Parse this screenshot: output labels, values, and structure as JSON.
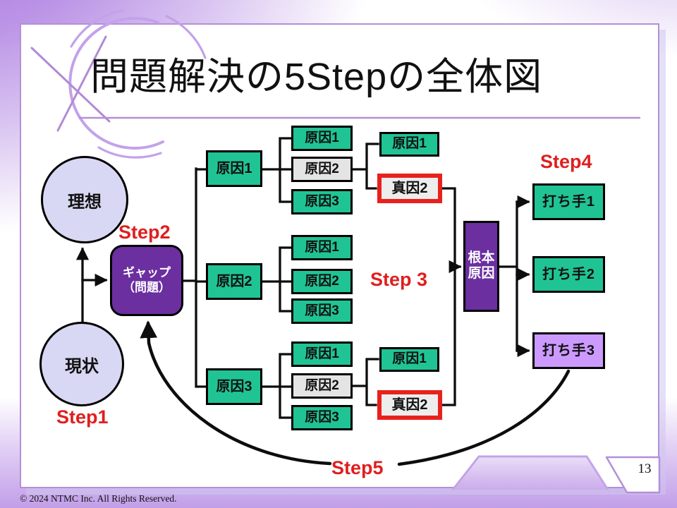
{
  "page": {
    "title": "問題解決の5Stepの全体図",
    "page_number": "13",
    "footer": "© 2024 NTMC Inc. All Rights Reserved."
  },
  "steps": {
    "step1": "Step1",
    "step2": "Step2",
    "step3": "Step 3",
    "step4": "Step4",
    "step5": "Step5"
  },
  "states": {
    "ideal": "理想",
    "current": "現状"
  },
  "gap": {
    "line1": "ギャップ",
    "line2": "（問題）"
  },
  "causes": {
    "groups": [
      {
        "parent": "原因1",
        "children": [
          {
            "label": "原因1",
            "variant": "green"
          },
          {
            "label": "原因2",
            "variant": "gray"
          },
          {
            "label": "原因3",
            "variant": "green"
          }
        ]
      },
      {
        "parent": "原因2",
        "children": [
          {
            "label": "原因1",
            "variant": "green"
          },
          {
            "label": "原因2",
            "variant": "green"
          },
          {
            "label": "原因3",
            "variant": "green"
          }
        ]
      },
      {
        "parent": "原因3",
        "children": [
          {
            "label": "原因1",
            "variant": "green"
          },
          {
            "label": "原因2",
            "variant": "gray"
          },
          {
            "label": "原因3",
            "variant": "green"
          }
        ]
      }
    ],
    "deep_groups": [
      {
        "children": [
          {
            "label": "原因1",
            "variant": "green"
          },
          {
            "label": "真因2",
            "variant": "true_cause"
          }
        ]
      },
      {
        "children": [
          {
            "label": "原因1",
            "variant": "green"
          },
          {
            "label": "真因2",
            "variant": "true_cause"
          }
        ]
      }
    ]
  },
  "root_cause": {
    "line1": "根本",
    "line2": "原因"
  },
  "countermeasures": [
    {
      "label": "打ち手1",
      "variant": "green"
    },
    {
      "label": "打ち手2",
      "variant": "green"
    },
    {
      "label": "打ち手3",
      "variant": "light_purple"
    }
  ],
  "colors": {
    "green": "#20c494",
    "deep_purple": "#6b2fa0",
    "light_purple": "#cc99ff",
    "gray_fill": "#e4e4e4",
    "true_cause_fill": "#ededed",
    "true_cause_border": "#e8211d",
    "step_red": "#df1f1f",
    "frame_purple": "#b48fd8",
    "circle_fill": "#d8d8f4",
    "line_black": "#0d0d0d"
  }
}
